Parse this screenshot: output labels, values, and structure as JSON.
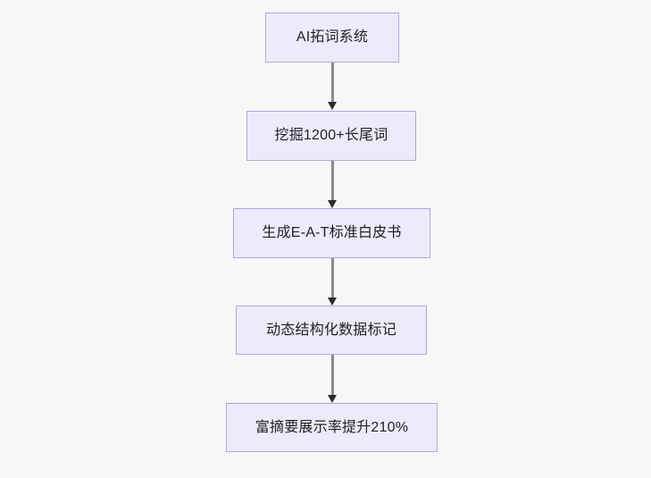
{
  "diagram": {
    "type": "flowchart",
    "direction": "top-to-bottom",
    "background_color": "#f7f7f8",
    "node_fill_color": "#ecebfc",
    "node_border_color": "#b8a4dd",
    "node_text_color": "#1f1f22",
    "connector_color": "#8a8a8a",
    "arrowhead_color": "#2b2b2b",
    "nodes": [
      {
        "id": "n1",
        "label": "AI拓词系统"
      },
      {
        "id": "n2",
        "label": "挖掘1200+长尾词"
      },
      {
        "id": "n3",
        "label": "生成E-A-T标准白皮书"
      },
      {
        "id": "n4",
        "label": "动态结构化数据标记"
      },
      {
        "id": "n5",
        "label": "富摘要展示率提升210%"
      }
    ],
    "edges": [
      {
        "from": "n1",
        "to": "n2"
      },
      {
        "from": "n2",
        "to": "n3"
      },
      {
        "from": "n3",
        "to": "n4"
      },
      {
        "from": "n4",
        "to": "n5"
      }
    ]
  }
}
